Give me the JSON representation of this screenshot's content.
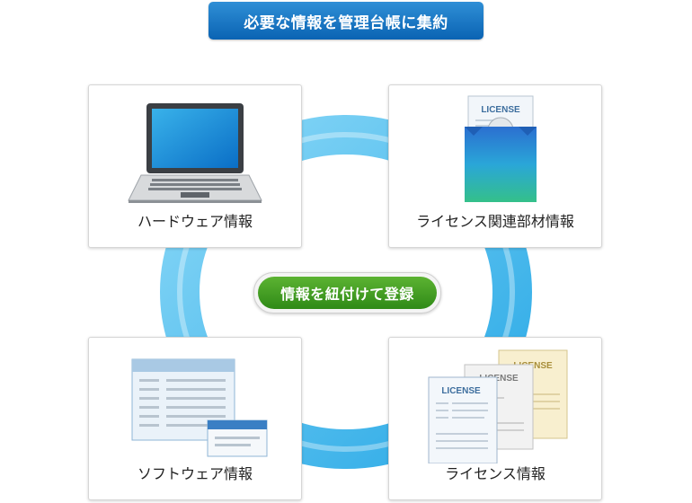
{
  "title": "必要な情報を管理台帳に集約",
  "center_label": "情報を紐付けて登録",
  "cards": {
    "hardware": {
      "label": "ハードウェア情報"
    },
    "license_materials": {
      "label": "ライセンス関連部材情報",
      "doc_text": "LICENSE"
    },
    "software": {
      "label": "ソフトウェア情報"
    },
    "license": {
      "label": "ライセンス情報",
      "doc_text_front": "LICENSE",
      "doc_text_middle": "LICENSE",
      "doc_text_back": "LICENSE"
    }
  },
  "colors": {
    "title_bg": "#0a63b3",
    "ring": "#56c3f0",
    "center_bg": "#3f9a1f"
  },
  "icons": {
    "hardware": "laptop-icon",
    "license_materials": "license-package-icon",
    "software": "software-window-icon",
    "license": "license-documents-icon"
  }
}
